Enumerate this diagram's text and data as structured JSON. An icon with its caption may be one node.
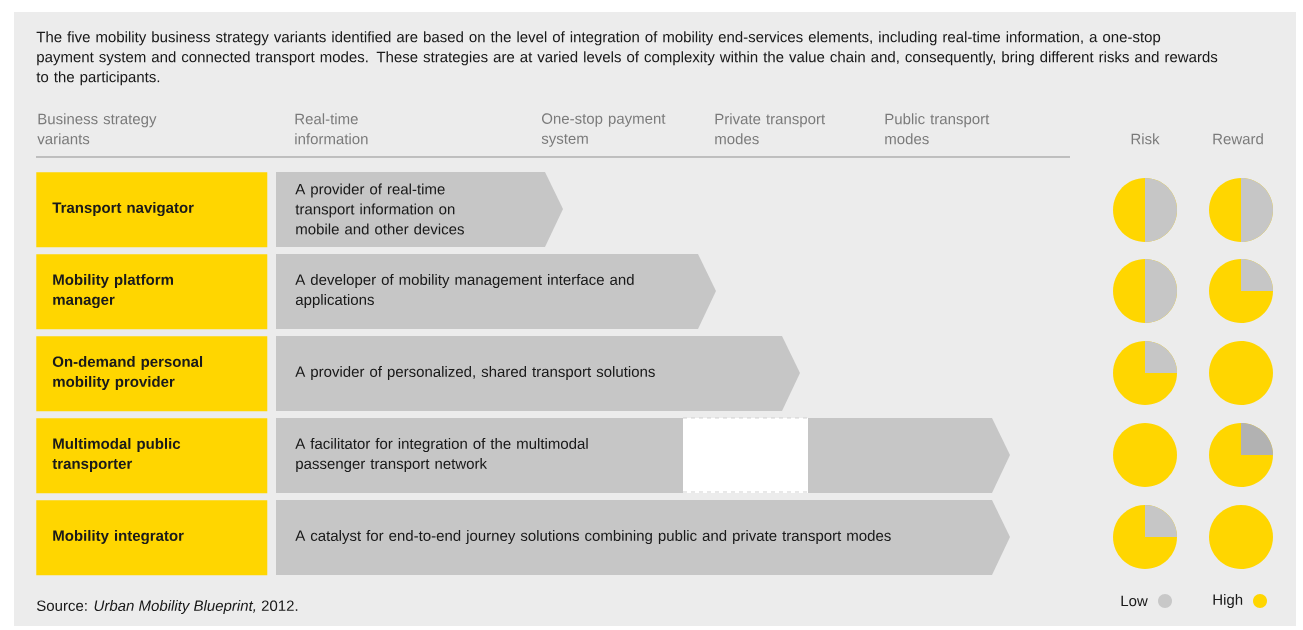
{
  "diagram": {
    "caption": "Source: *Urban Mobility Blueprint,* 2012.",
    "nodes": [
      {
        "text": [
          "Transport navigator"
        ]
      },
      {
        "text": [
          "A provider of real-time transport information on mobile and other devices"
        ]
      },
      {
        "text": [
          "Mobility platform manager"
        ]
      },
      {
        "text": [
          "A developer of mobility management interface and applications"
        ]
      },
      {
        "text": [
          "On-demand personal mobility provider"
        ]
      },
      {
        "text": [
          "A provider of personalized, shared transport solutions"
        ]
      },
      {
        "text": [
          "Multimodal public transporter"
        ]
      },
      {
        "text": [
          "A facilitator for integration of the multimodal passenger transport network"
        ]
      },
      {
        "text": [
          "Mobility integrator"
        ]
      },
      {
        "text": [
          "A catalyst for end-to-end journey solutions combining public and private transport modes"
        ]
      }
    ],
    "labels": [
      "The five mobility business strategy variants identified are based on the level of integration of mobility end-services elements, including real-time information, a one-stop payment system and connected transport modes. These strategies are at varied levels of complexity within the value chain and, consequently, bring different risks and rewards to the participants.",
      "Business strategy variants",
      "Real-time information",
      "One-stop payment system",
      "Private transport modes",
      "Public transport modes",
      "Risk",
      "Reward"
    ],
    "legend": [
      {
        "text": "Low",
        "color": "#c8c8c8"
      },
      {
        "text": "High",
        "color": "#ffd600"
      }
    ]
  }
}
